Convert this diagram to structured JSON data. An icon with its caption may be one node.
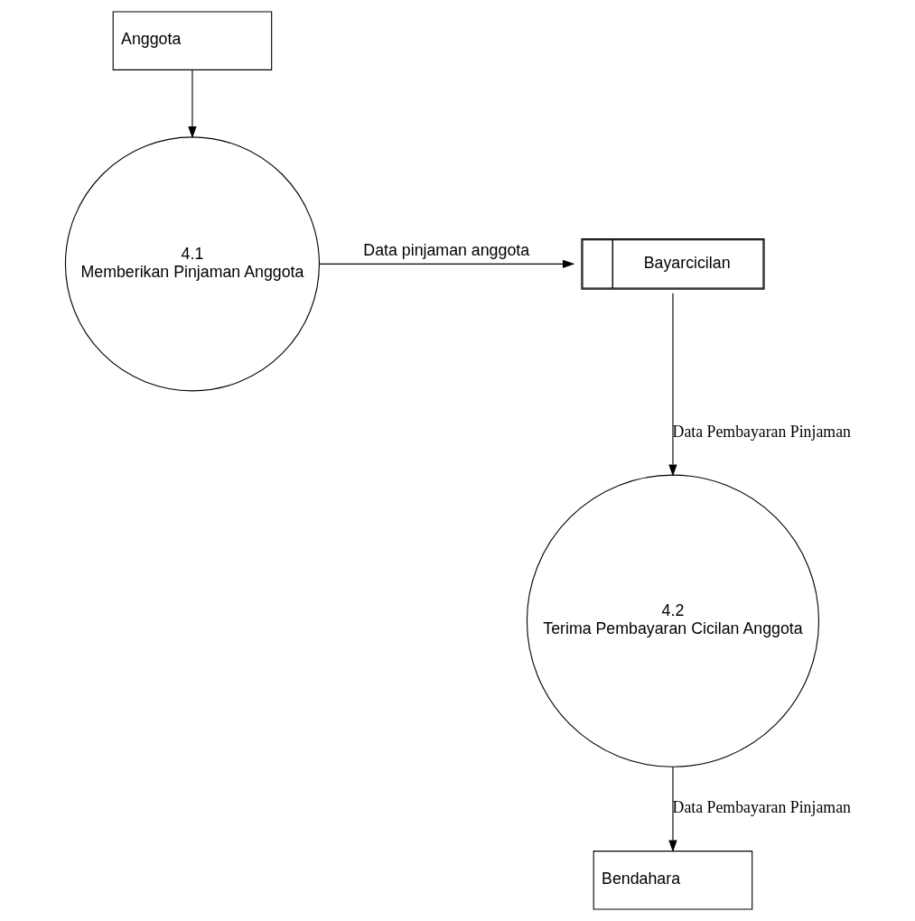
{
  "diagram": {
    "nodes": [
      {
        "text": [
          "Anggota"
        ]
      },
      {
        "text": [
          "4.1",
          "Memberikan Pinjaman Anggota"
        ]
      },
      {
        "text": [
          "Bayarcicilan"
        ]
      },
      {
        "text": [
          "4.2",
          "Terima Pembayaran Cicilan Anggota"
        ]
      },
      {
        "text": [
          "Bendahara"
        ]
      }
    ],
    "edges": [
      {
        "from": 0,
        "to": 1,
        "arrow": "to"
      },
      {
        "from": 1,
        "to": 2,
        "arrow": "to",
        "label": "Data pinjaman anggota"
      },
      {
        "from": 2,
        "to": 3,
        "arrow": "to",
        "label": "Data Pembayaran Pinjaman"
      },
      {
        "from": 3,
        "to": 4,
        "arrow": "to",
        "label": "Data Pembayaran Pinjaman"
      }
    ]
  }
}
